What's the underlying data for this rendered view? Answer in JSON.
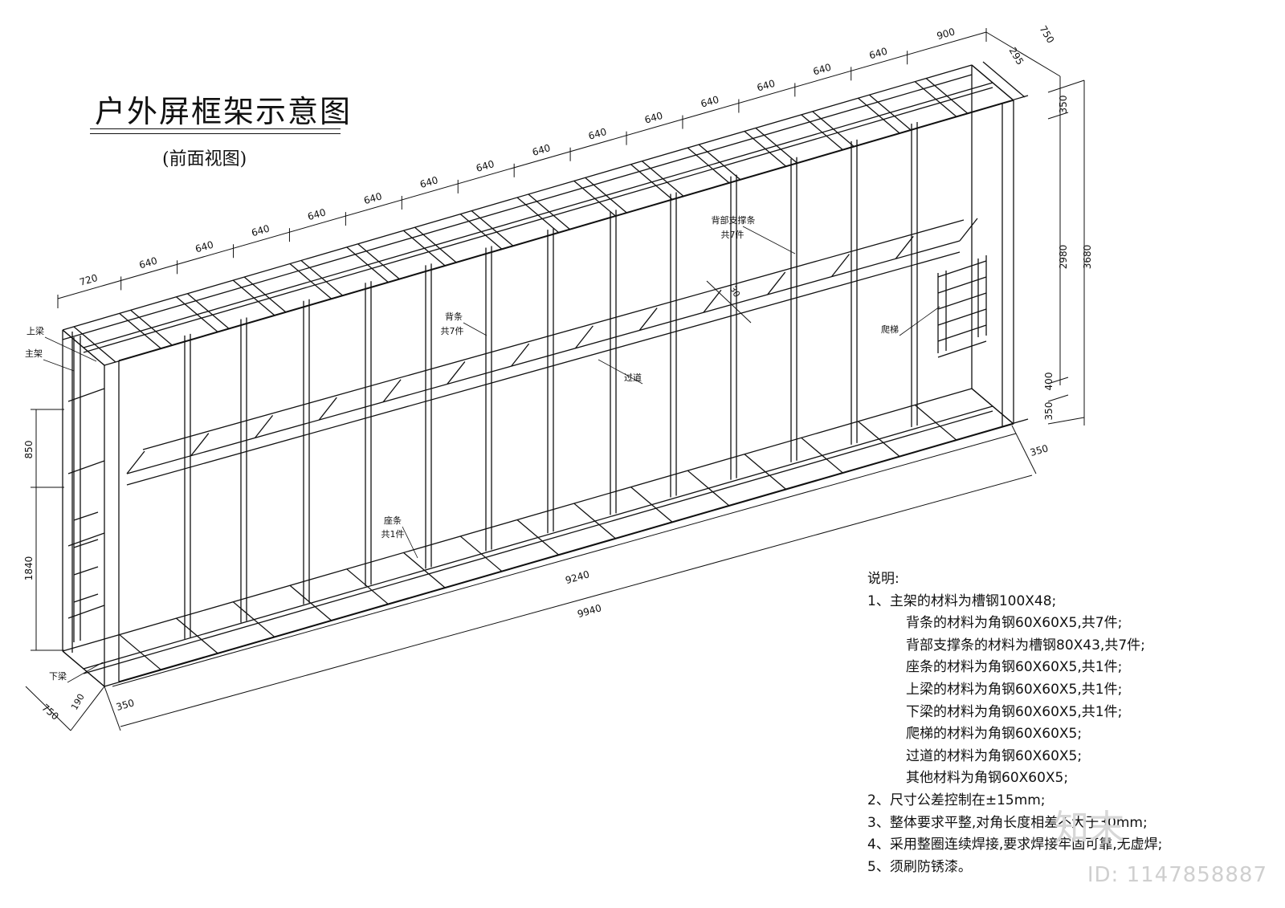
{
  "title": "户外屏框架示意图",
  "subtitle": "(前面视图)",
  "dims": {
    "top_segments": [
      "720",
      "640",
      "640",
      "640",
      "640",
      "640",
      "640",
      "640",
      "640",
      "640",
      "640",
      "640",
      "640",
      "640",
      "640",
      "900"
    ],
    "top_end_a": "295",
    "top_end_b": "750",
    "right_top": "350",
    "right_mid": "2980",
    "right_total": "3680",
    "right_400": "400",
    "right_bottom": "350",
    "right_base": "350",
    "left_850": "850",
    "left_1840": "1840",
    "len_9240": "9240",
    "len_9940": "9940",
    "corner_750": "750",
    "corner_190": "190",
    "corner_350": "350",
    "gap_30": "30"
  },
  "labels": {
    "upper_beam": "上梁",
    "main_frame": "主架",
    "back_bar": "背条",
    "back_bar_count": "共7件",
    "back_support": "背部支撑条",
    "back_support_count": "共7件",
    "walkway": "过道",
    "ladder": "爬梯",
    "seat_bar": "座条",
    "seat_bar_count": "共1件",
    "lower_beam": "下梁"
  },
  "notes": {
    "heading": "说明:",
    "lines": [
      "1、主架的材料为槽钢100X48;",
      "背条的材料为角钢60X60X5,共7件;",
      "背部支撑条的材料为槽钢80X43,共7件;",
      "座条的材料为角钢60X60X5,共1件;",
      "上梁的材料为角钢60X60X5,共1件;",
      "下梁的材料为角钢60X60X5,共1件;",
      "爬梯的材料为角钢60X60X5;",
      "过道的材料为角钢60X60X5;",
      "其他材料为角钢60X60X5;",
      "2、尺寸公差控制在±15mm;",
      "3、整体要求平整,对角长度相差不大于30mm;",
      "4、采用整圈连续焊接,要求焊接牢固可靠,无虚焊;",
      "5、须刷防锈漆。"
    ]
  },
  "watermark": {
    "id": "ID: 1147858887",
    "logo": "知末"
  }
}
